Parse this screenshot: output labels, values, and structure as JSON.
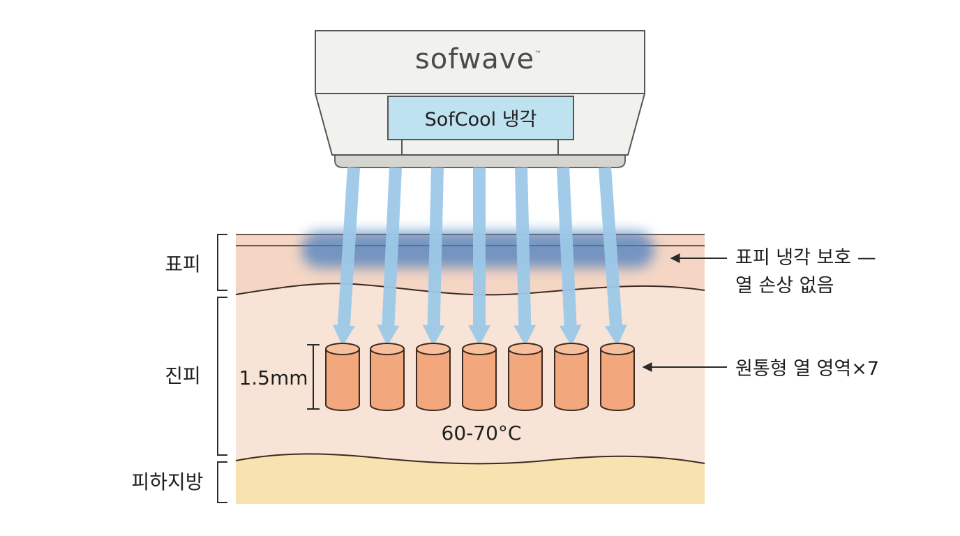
{
  "device": {
    "brand": "sofwave",
    "trademark": "™",
    "cooling_label": "SofCool 냉각"
  },
  "layers": {
    "epidermis": "표피",
    "dermis": "진피",
    "subcutaneous": "피하지방"
  },
  "annotations": {
    "depth": "1.5mm",
    "temperature": "60-70°C",
    "epidermis_callout_line1": "표피 냉각 보호 —",
    "epidermis_callout_line2": "열 손상 없음",
    "zone_callout": "원통형 열 영역×7"
  },
  "beams": {
    "count": 7
  },
  "colors": {
    "device_body": "#f1f1ee",
    "cooling_plate": "#bfe2f0",
    "beam": "#9cc8e8",
    "epidermis": "#f5d6c4",
    "dermis": "#f8e4d6",
    "subcutaneous": "#f8e2b0",
    "thermal_zone": "#f2a77c",
    "cool_glow": "#4a7fc0"
  }
}
